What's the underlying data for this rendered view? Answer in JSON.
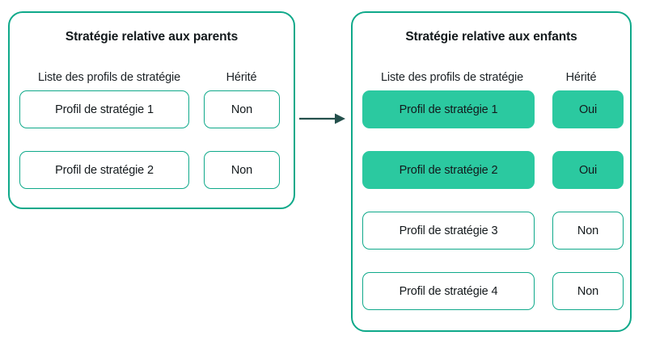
{
  "colors": {
    "panel_border": "#0fa98a",
    "cell_border": "#0fa98a",
    "filled_cell": "#2bc9a0",
    "arrow": "#24504c",
    "text": "#13191c",
    "background": "#ffffff"
  },
  "panels": [
    {
      "id": "parents",
      "title": "Stratégie relative aux parents",
      "columns": {
        "profiles": "Liste des profils de stratégie",
        "inherited": "Hérité"
      },
      "rows": [
        {
          "profile": "Profil de stratégie 1",
          "inherited": "Non",
          "highlighted": false
        },
        {
          "profile": "Profil de stratégie 2",
          "inherited": "Non",
          "highlighted": false
        }
      ]
    },
    {
      "id": "enfants",
      "title": "Stratégie relative aux enfants",
      "columns": {
        "profiles": "Liste des profils de stratégie",
        "inherited": "Hérité"
      },
      "rows": [
        {
          "profile": "Profil de stratégie 1",
          "inherited": "Oui",
          "highlighted": true
        },
        {
          "profile": "Profil de stratégie 2",
          "inherited": "Oui",
          "highlighted": true
        },
        {
          "profile": "Profil de stratégie 3",
          "inherited": "Non",
          "highlighted": false
        },
        {
          "profile": "Profil de stratégie 4",
          "inherited": "Non",
          "highlighted": false
        }
      ]
    }
  ],
  "connector": {
    "icon": "arrow-right-icon",
    "direction": "right"
  }
}
